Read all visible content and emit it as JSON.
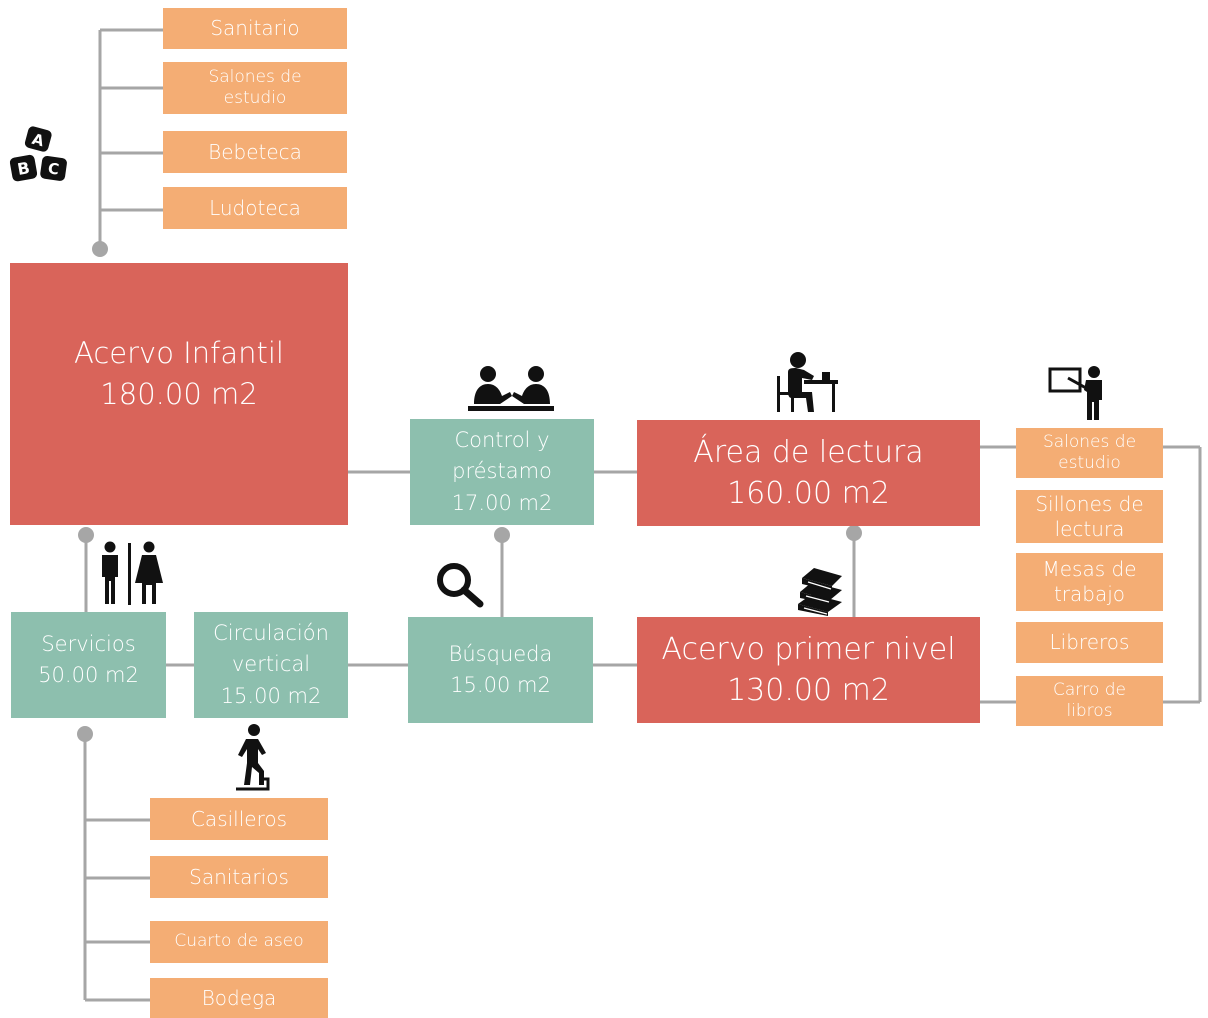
{
  "colors": {
    "main_space": "#d9645a",
    "support_space": "#8dbfae",
    "sub_space": "#f4ad74",
    "connector": "#a6a6a6"
  },
  "spaces": {
    "acervo_infantil": {
      "name": "Acervo Infantil",
      "area": "180.00 m2"
    },
    "control_prestamo": {
      "name_line1": "Control y",
      "name_line2": "préstamo",
      "area": "17.00 m2"
    },
    "area_lectura": {
      "name": "Área de  lectura",
      "area": "160.00 m2"
    },
    "servicios": {
      "name": "Servicios",
      "area": "50.00 m2"
    },
    "circulacion": {
      "name_line1": "Circulación",
      "name_line2": "vertical",
      "area": "15.00 m2"
    },
    "busqueda": {
      "name": "Búsqueda",
      "area": "15.00 m2"
    },
    "acervo_primer_nivel": {
      "name": "Acervo primer nivel",
      "area": "130.00 m2"
    }
  },
  "infantil_subspaces": [
    {
      "line1": "Sanitario",
      "line2": ""
    },
    {
      "line1": "Salones de",
      "line2": "estudio"
    },
    {
      "line1": "Bebeteca",
      "line2": ""
    },
    {
      "line1": "Ludoteca",
      "line2": ""
    }
  ],
  "lectura_subspaces": [
    {
      "line1": "Salones de",
      "line2": "estudio"
    },
    {
      "line1": "Sillones de",
      "line2": "lectura"
    },
    {
      "line1": "Mesas de",
      "line2": "trabajo"
    },
    {
      "line1": "Libreros",
      "line2": ""
    },
    {
      "line1": "Carro de",
      "line2": "libros"
    }
  ],
  "servicios_subspaces": [
    {
      "line1": "Casilleros"
    },
    {
      "line1": "Sanitarios"
    },
    {
      "line1": "Cuarto de aseo"
    },
    {
      "line1": "Bodega"
    }
  ],
  "icons": {
    "abc_blocks": "abc-blocks-icon",
    "meeting": "people-meeting-icon",
    "reader": "person-reading-icon",
    "teacher": "teacher-board-icon",
    "restroom": "restroom-icon",
    "search": "magnifier-icon",
    "books": "books-stack-icon",
    "stairs": "person-climbing-stairs-icon"
  }
}
